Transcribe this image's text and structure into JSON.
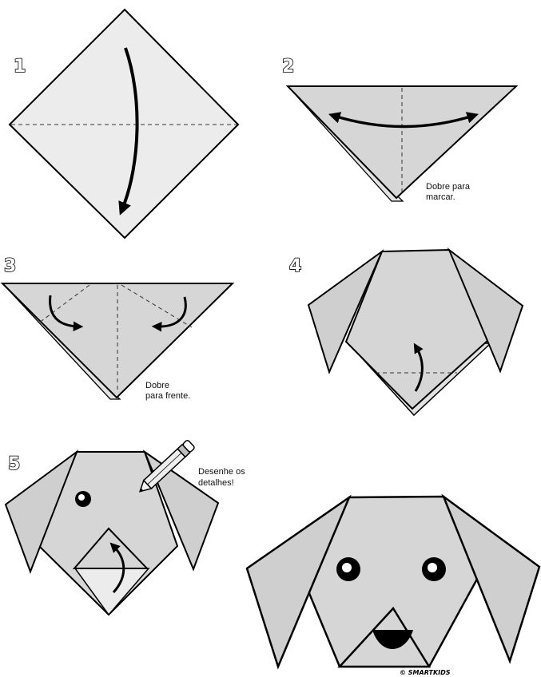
{
  "steps": [
    {
      "number": "1",
      "note": []
    },
    {
      "number": "2",
      "note": [
        "Dobre para",
        "marcar."
      ]
    },
    {
      "number": "3",
      "note": [
        "Dobre",
        "para frente."
      ]
    },
    {
      "number": "4",
      "note": []
    },
    {
      "number": "5",
      "note": [
        "Desenhe os",
        "detalhes!"
      ]
    }
  ],
  "credit": "© SMARTKIDS",
  "colors": {
    "paper_light": "#ececec",
    "paper_mid": "#d7d7d7",
    "paper_dark": "#c4c4c4",
    "outline": "#000000",
    "eye": "#000000"
  }
}
